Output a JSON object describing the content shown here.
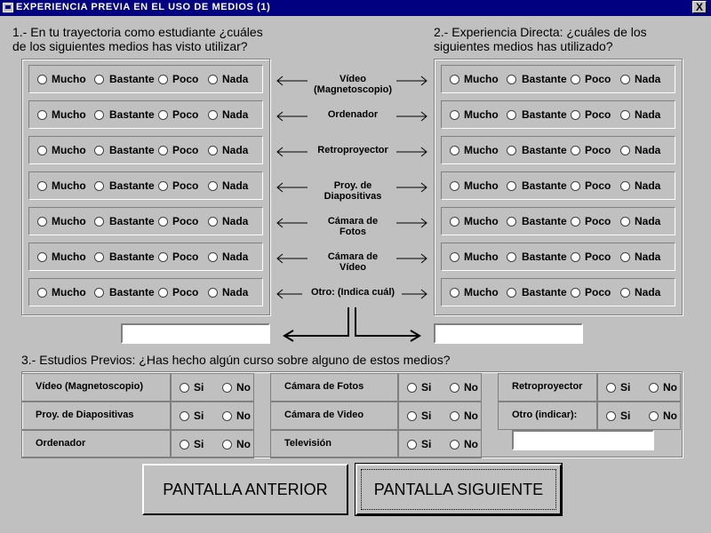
{
  "window": {
    "title": "EXPERIENCIA PREVIA EN EL USO DE MEDIOS (1)",
    "close_glyph": "X"
  },
  "q1": {
    "heading_line1": "1.- En tu trayectoria como estudiante ¿cuáles",
    "heading_line2": "de los siguientes medios has visto utilizar?"
  },
  "q2": {
    "heading_line1": "2.- Experiencia Directa: ¿cuáles de los",
    "heading_line2": "siguientes medios has utilizado?"
  },
  "options": [
    "Mucho",
    "Bastante",
    "Poco",
    "Nada"
  ],
  "media": [
    [
      "Vídeo",
      "(Magnetoscopio)"
    ],
    [
      "Ordenador"
    ],
    [
      "Retroproyector"
    ],
    [
      "Proy. de",
      "Diapositivas"
    ],
    [
      "Cámara de",
      "Fotos"
    ],
    [
      "Cámara de",
      "Vídeo"
    ],
    [
      "Otro: (Indica cuál)"
    ]
  ],
  "other_left_value": "",
  "other_right_value": "",
  "q3": {
    "heading": "3.- Estudios Previos: ¿Has hecho algún curso sobre alguno de estos medios?",
    "yes": "Si",
    "no": "No",
    "items": [
      "Vídeo (Magnetoscopio)",
      "Cámara de Fotos",
      "Retroproyector",
      "Proy. de Diapositivas",
      "Cámara de Video",
      "Otro (indicar):",
      "Ordenador",
      "Televisión"
    ],
    "other_value": ""
  },
  "buttons": {
    "prev": "PANTALLA ANTERIOR",
    "next": "PANTALLA SIGUIENTE"
  }
}
